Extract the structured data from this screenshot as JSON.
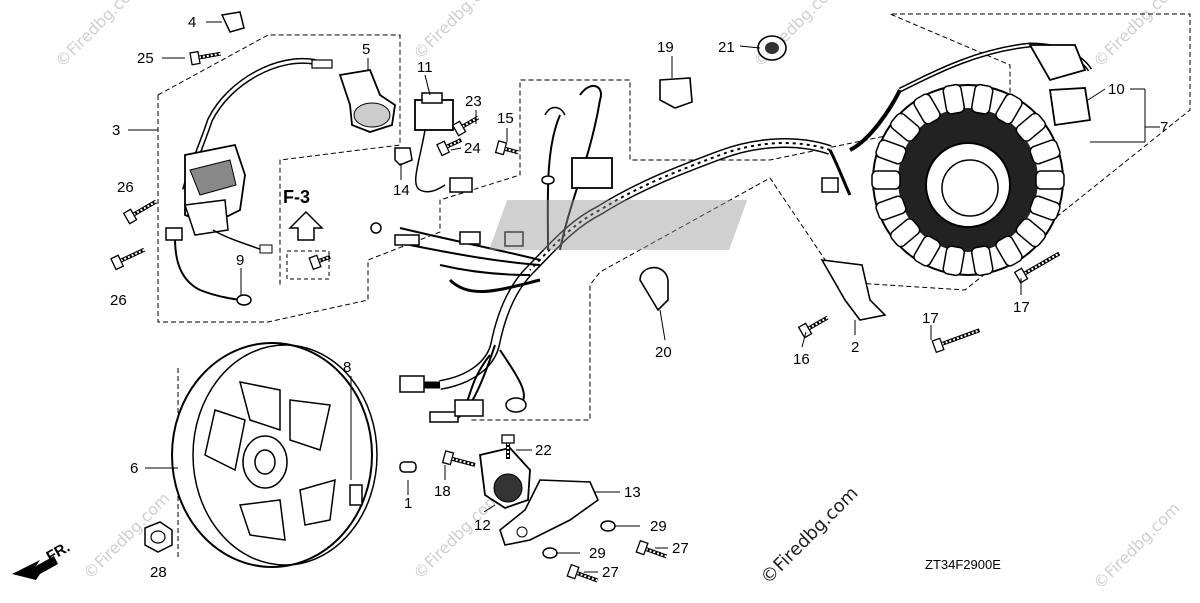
{
  "diagram": {
    "code": "ZT34F2900E",
    "front_label": "FR.",
    "reference": "F-3",
    "watermark": "©Firedbg.com",
    "watermark_dark": "©Firedbg.com",
    "callouts": {
      "c1": "1",
      "c2": "2",
      "c3": "3",
      "c4": "4",
      "c5": "5",
      "c6": "6",
      "c7": "7",
      "c8": "8",
      "c9": "9",
      "c10": "10",
      "c11": "11",
      "c12": "12",
      "c13": "13",
      "c14": "14",
      "c15": "15",
      "c16": "16",
      "c17a": "17",
      "c17b": "17",
      "c18": "18",
      "c19": "19",
      "c20": "20",
      "c21": "21",
      "c22": "22",
      "c23": "23",
      "c24": "24",
      "c25": "25",
      "c26a": "26",
      "c26b": "26",
      "c27a": "27",
      "c27b": "27",
      "c28": "28",
      "c29a": "29",
      "c29b": "29"
    }
  }
}
